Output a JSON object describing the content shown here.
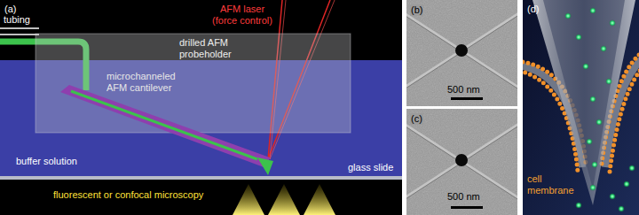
{
  "diagram": {
    "nodes": [
      {
        "text": [
          "(a)"
        ]
      },
      {
        "text": [
          "drilled AFM probeholder"
        ],
        "in": 0
      },
      {
        "text": [
          "(b)",
          "500 nm"
        ]
      },
      {
        "text": [
          "(c)",
          "500 nm"
        ]
      },
      {
        "text": [
          "(d)",
          "cell membrane"
        ]
      }
    ],
    "labels": [
      "AFM laser (force control)",
      "tubing",
      "microchanneled AFM cantilever",
      "buffer solution",
      "glass slide",
      "fluorescent or confocal microscopy"
    ]
  }
}
